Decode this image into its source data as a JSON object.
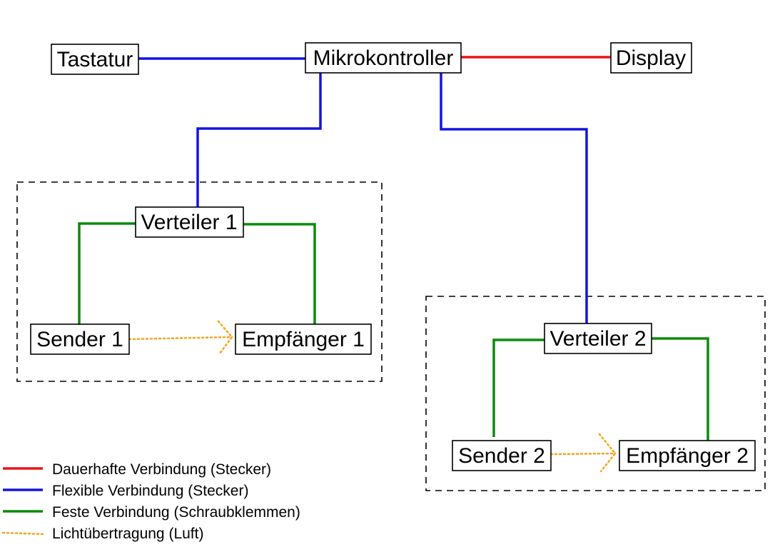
{
  "nodes": {
    "tastatur": "Tastatur",
    "mikrokontroller": "Mikrokontroller",
    "display": "Display",
    "verteiler1": "Verteiler 1",
    "sender1": "Sender 1",
    "empfaenger1": "Empfänger 1",
    "verteiler2": "Verteiler 2",
    "sender2": "Sender 2",
    "empfaenger2": "Empfänger 2"
  },
  "legend": [
    {
      "label": "Dauerhafte Verbindung (Stecker)",
      "color": "#e8141c",
      "style": "solid"
    },
    {
      "label": "Flexible Verbindung (Stecker)",
      "color": "#1414e0",
      "style": "solid"
    },
    {
      "label": "Feste Verbindung (Schraubklemmen)",
      "color": "#0a8c0a",
      "style": "solid"
    },
    {
      "label": "Lichtübertragung (Luft)",
      "color": "#f5a623",
      "style": "dotted"
    }
  ],
  "connections": [
    {
      "from": "Tastatur",
      "to": "Mikrokontroller",
      "type": "Flexible Verbindung (Stecker)"
    },
    {
      "from": "Mikrokontroller",
      "to": "Display",
      "type": "Dauerhafte Verbindung (Stecker)"
    },
    {
      "from": "Mikrokontroller",
      "to": "Verteiler 1",
      "type": "Flexible Verbindung (Stecker)"
    },
    {
      "from": "Mikrokontroller",
      "to": "Verteiler 2",
      "type": "Flexible Verbindung (Stecker)"
    },
    {
      "from": "Verteiler 1",
      "to": "Sender 1",
      "type": "Feste Verbindung (Schraubklemmen)"
    },
    {
      "from": "Verteiler 1",
      "to": "Empfänger 1",
      "type": "Feste Verbindung (Schraubklemmen)"
    },
    {
      "from": "Verteiler 2",
      "to": "Sender 2",
      "type": "Feste Verbindung (Schraubklemmen)"
    },
    {
      "from": "Verteiler 2",
      "to": "Empfänger 2",
      "type": "Feste Verbindung (Schraubklemmen)"
    },
    {
      "from": "Sender 1",
      "to": "Empfänger 1",
      "type": "Lichtübertragung (Luft)"
    },
    {
      "from": "Sender 2",
      "to": "Empfänger 2",
      "type": "Lichtübertragung (Luft)"
    }
  ]
}
